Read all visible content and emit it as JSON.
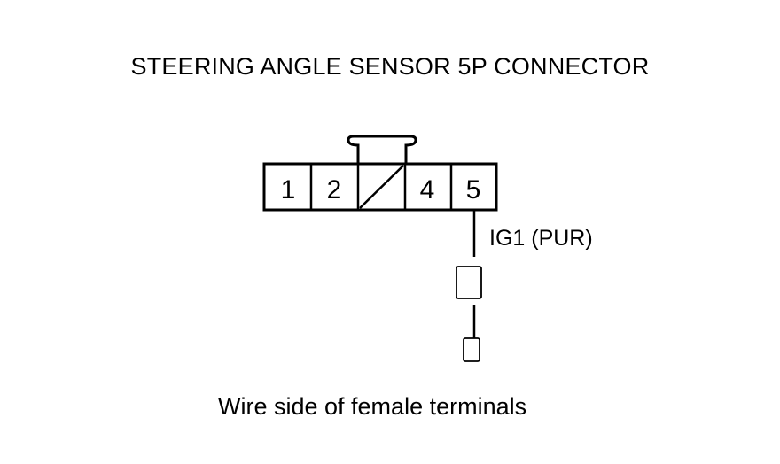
{
  "diagram": {
    "title": "STEERING ANGLE SENSOR 5P CONNECTOR",
    "caption": "Wire side of female terminals",
    "connector": {
      "pins": [
        "1",
        "2",
        "",
        "4",
        "5"
      ]
    },
    "wire": {
      "label": "IG1 (PUR)"
    }
  }
}
